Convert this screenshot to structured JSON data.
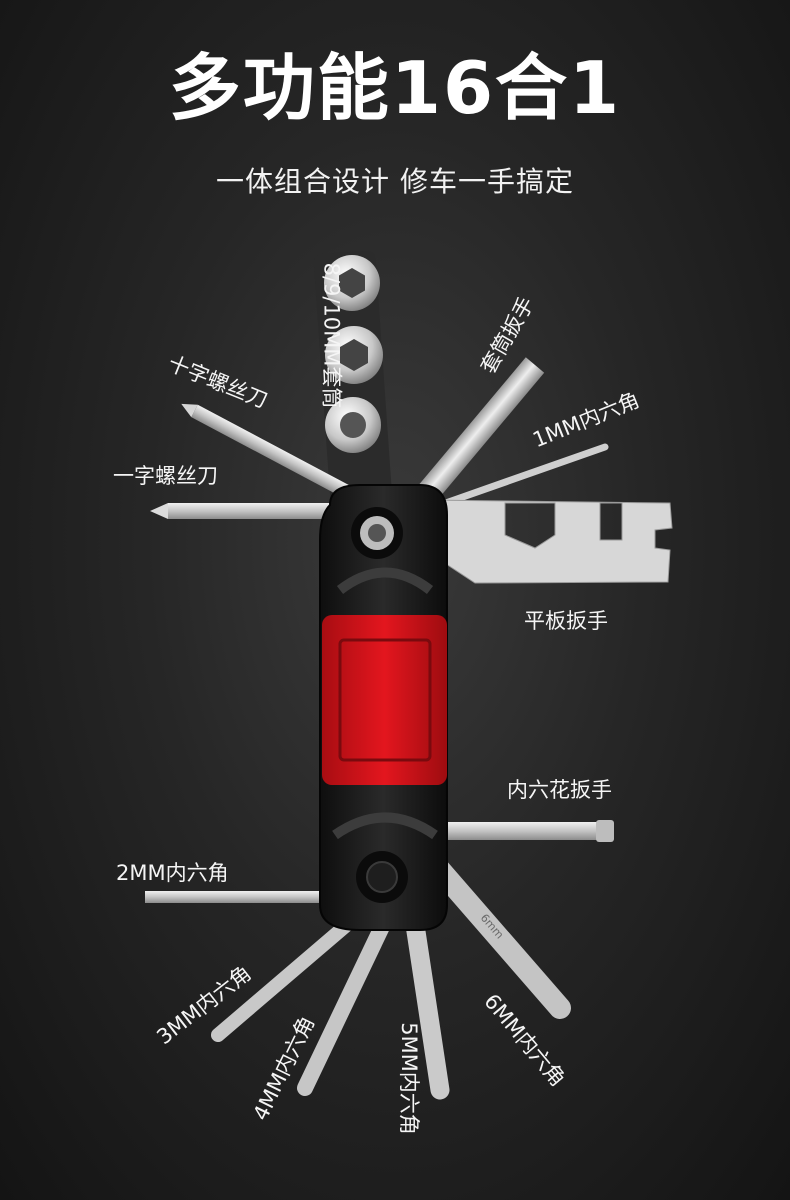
{
  "header": {
    "title": "多功能16合1",
    "subtitle": "一体组合设计 修车一手搞定"
  },
  "labels": {
    "socket": "8/9/10MM套筒",
    "socket_wrench": "套筒扳手",
    "phillips": "十字螺丝刀",
    "hex_1mm": "1MM内六角",
    "flat_screwdriver": "一字螺丝刀",
    "flat_wrench": "平板扳手",
    "torx": "内六花扳手",
    "hex_2mm": "2MM内六角",
    "hex_3mm": "3MM内六角",
    "hex_4mm": "4MM内六角",
    "hex_5mm": "5MM内六角",
    "hex_6mm": "6MM内六角"
  },
  "engraving": "6mm",
  "colors": {
    "body_red": "#d8141c",
    "body_black": "#1c1c1c",
    "steel": "#c9c9c9"
  }
}
